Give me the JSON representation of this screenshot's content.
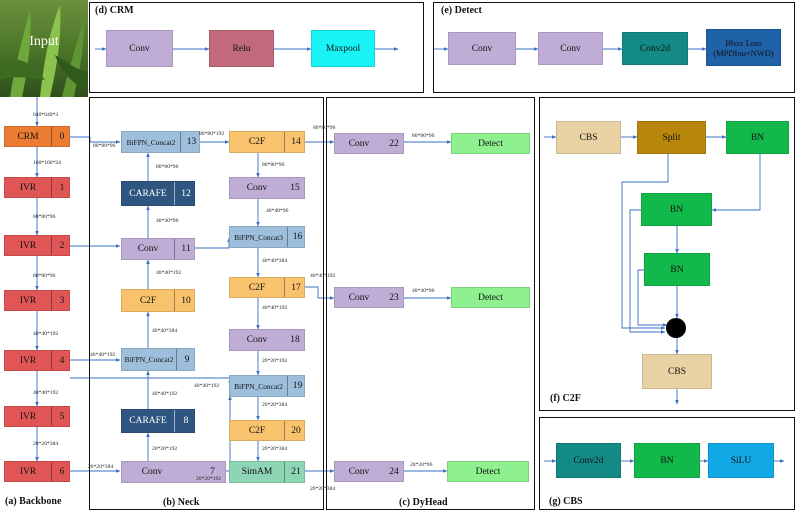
{
  "input": {
    "label": "Input"
  },
  "panels": {
    "backbone": "(a)  Backbone",
    "neck": "(b)  Neck",
    "dyhead": "(c)  DyHead",
    "crm": "(d)  CRM",
    "detect": "(e)  Detect",
    "c2f": "(f)  C2F",
    "cbs": "(g)  CBS"
  },
  "backbone": [
    {
      "label": "CRM",
      "index": "0"
    },
    {
      "label": "IVR",
      "index": "1"
    },
    {
      "label": "IVR",
      "index": "2"
    },
    {
      "label": "IVR",
      "index": "3"
    },
    {
      "label": "IVR",
      "index": "4"
    },
    {
      "label": "IVR",
      "index": "5"
    },
    {
      "label": "IVR",
      "index": "6"
    }
  ],
  "backbone_dims": [
    "640*640*3",
    "160*160*24",
    "80*80*96",
    "80*80*96",
    "40*40*192",
    "40*40*192",
    "20*20*384"
  ],
  "neck": [
    {
      "label": "BiFPN_Concat2",
      "index": "13"
    },
    {
      "label": "CARAFE",
      "index": "12"
    },
    {
      "label": "Conv",
      "index": "11"
    },
    {
      "label": "C2F",
      "index": "10"
    },
    {
      "label": "BiFPN_Concat2",
      "index": "9"
    },
    {
      "label": "CARAFE",
      "index": "8"
    },
    {
      "label": "Conv",
      "index": "7"
    },
    {
      "label": "C2F",
      "index": "14"
    },
    {
      "label": "Conv",
      "index": "15"
    },
    {
      "label": "BiFPN_Concat3",
      "index": "16"
    },
    {
      "label": "C2F",
      "index": "17"
    },
    {
      "label": "Conv",
      "index": "18"
    },
    {
      "label": "BiFPN_Concat2",
      "index": "19"
    },
    {
      "label": "C2F",
      "index": "20"
    },
    {
      "label": "SimAM",
      "index": "21"
    }
  ],
  "neck_dims": [
    "80*80*96",
    "80*80*96",
    "40*40*96",
    "40*40*192",
    "40*40*384",
    "40*40*192",
    "40*40*192",
    "20*20*192",
    "20*20*384",
    "80*80*192",
    "80*80*96",
    "40*40*96",
    "40*40*384",
    "40*40*192",
    "20*20*192",
    "40*40*192",
    "20*20*384",
    "20*20*384",
    "20*20*192"
  ],
  "dyhead": [
    {
      "label": "Conv",
      "index": "22",
      "detect": "Detect"
    },
    {
      "label": "Conv",
      "index": "23",
      "detect": "Detect"
    },
    {
      "label": "Conv",
      "index": "24",
      "detect": "Detect"
    }
  ],
  "dyhead_dims": [
    "80*80*96",
    "80*80*96",
    "40*40*192",
    "40*40*96",
    "20*20*96",
    "20*20*384"
  ],
  "crm": [
    "Conv",
    "Relu",
    "Maxpool"
  ],
  "detect": {
    "conv1": "Conv",
    "conv2": "Conv",
    "conv3": "Conv2d",
    "loss": [
      "Bbox Loss",
      "(MPDIou+NWD)"
    ]
  },
  "c2f": {
    "cbs_top": "CBS",
    "split": "Split",
    "bn_right": "BN",
    "bn1": "BN",
    "bn2": "BN",
    "cbs_bottom": "CBS"
  },
  "cbs": [
    "Conv2d",
    "BN",
    "SiLU"
  ],
  "colors": {
    "crm_orange": "#ec7b34",
    "ivr_red": "#e05555",
    "bifpn": "#9ebfdc",
    "carafe": "#2f5680",
    "conv": "#bfadd6",
    "c2f": "#f8c36c",
    "simam": "#8ed5b5",
    "detect_green": "#8ef08e",
    "relu": "#c06a7c",
    "maxpool": "#19f3f6",
    "teal": "#138a85",
    "loss_blue": "#1f62a8",
    "cbs_tan": "#e8d2a4",
    "split": "#b8860b",
    "bn_green": "#13b84a",
    "silu": "#12a8e6",
    "arrow": "#3a6fc4"
  }
}
